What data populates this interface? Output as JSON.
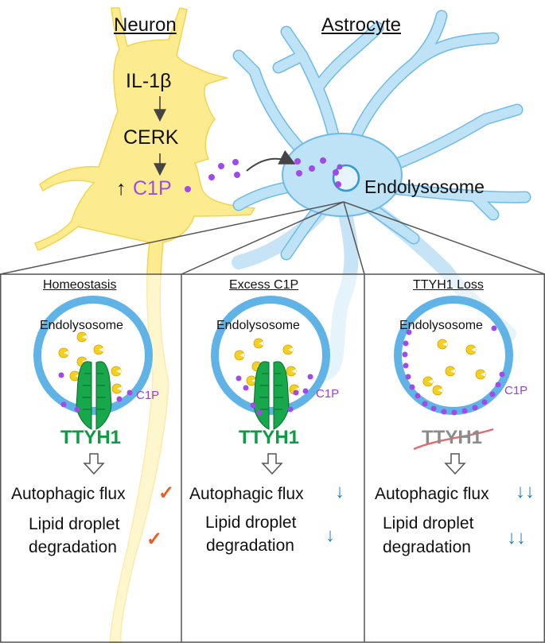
{
  "header": {
    "neuron": "Neuron",
    "astrocyte": "Astrocyte"
  },
  "neuron": {
    "il1b": "IL-1β",
    "cerk": "CERK",
    "c1p_up": "↑",
    "c1p": "C1P"
  },
  "astrocyte": {
    "endolysosome": "Endolysosome"
  },
  "panels": [
    {
      "title": "Homeostasis",
      "organelle": "Endolysosome",
      "c1p": "C1P",
      "channel": "TTYH1",
      "channel_lost": false,
      "flux_label": "Autophagic flux",
      "flux_mark": "✓",
      "lipid_line1": "Lipid droplet",
      "lipid_line2": "degradation",
      "lipid_mark": "✓"
    },
    {
      "title": "Excess C1P",
      "organelle": "Endolysosome",
      "c1p": "C1P",
      "channel": "TTYH1",
      "channel_lost": false,
      "flux_label": "Autophagic flux",
      "flux_mark": "↓",
      "lipid_line1": "Lipid droplet",
      "lipid_line2": "degradation",
      "lipid_mark": "↓"
    },
    {
      "title": "TTYH1 Loss",
      "organelle": "Endolysosome",
      "c1p": "C1P",
      "channel": "TTYH1",
      "channel_lost": true,
      "flux_label": "Autophagic flux",
      "flux_mark": "↓↓",
      "lipid_line1": "Lipid droplet",
      "lipid_line2": "degradation",
      "lipid_mark": "↓↓"
    }
  ],
  "colors": {
    "neuron_fill": "#fdeb8f",
    "astrocyte_fill": "#bfe3f6",
    "membrane": "#5fb3e6",
    "c1p_dot": "#a24ae8",
    "ttyh1": "#0f9a43",
    "check": "#ee5a24",
    "down_arrow": "#1f7fc4",
    "cargo": "#f7cf1e"
  }
}
